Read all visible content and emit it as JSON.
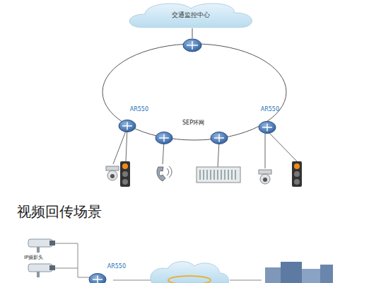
{
  "diagram": {
    "nodes": [
      {
        "text": [
          "交通监控中心"
        ]
      },
      {
        "text": [
          "AR550"
        ]
      },
      {
        "text": [
          "AR550"
        ]
      },
      {
        "text": [
          "AR550"
        ]
      }
    ],
    "labels": [
      "SEP环网",
      "视频回传场景",
      "IP摄影头"
    ]
  }
}
